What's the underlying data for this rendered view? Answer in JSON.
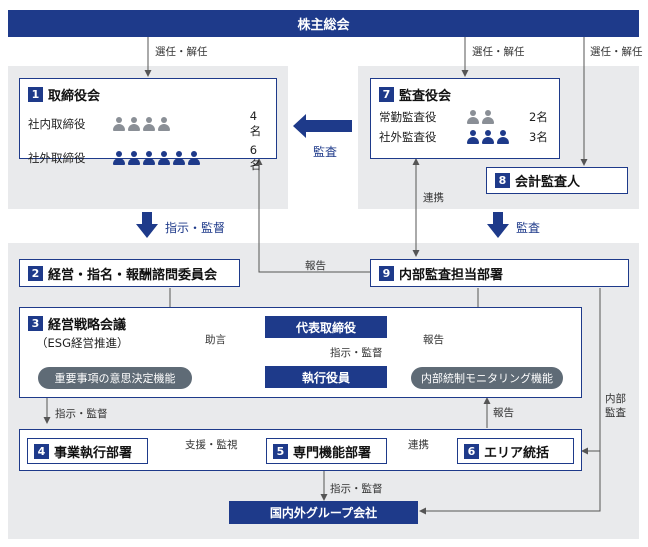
{
  "shareholders": "株主総会",
  "elect_left": "選任・解任",
  "elect_mid": "選任・解任",
  "elect_right": "選任・解任",
  "board": {
    "num": "1",
    "title": "取締役会",
    "rows": [
      {
        "label": "社内取締役",
        "count": "4名",
        "people": 4,
        "tone": "gray"
      },
      {
        "label": "社外取締役",
        "count": "6名",
        "people": 6,
        "tone": "blue"
      }
    ]
  },
  "audit": {
    "num": "7",
    "title": "監査役会",
    "rows": [
      {
        "label": "常勤監査役",
        "count": "2名",
        "people": 2,
        "tone": "gray"
      },
      {
        "label": "社外監査役",
        "count": "3名",
        "people": 3,
        "tone": "blue"
      }
    ]
  },
  "accountant": {
    "num": "8",
    "title": "会計監査人"
  },
  "arrow_audit_left": "監査",
  "arrow_direct": "指示・監督",
  "arrow_audit_down": "監査",
  "cooperation1": "連携",
  "committee": {
    "num": "2",
    "title": "経営・指名・報酬諮問委員会"
  },
  "internal_audit": {
    "num": "9",
    "title": "内部監査担当部署"
  },
  "report1": "報告",
  "strategy": {
    "num": "3",
    "title": "経営戦略会議",
    "sub": "（ESG経営推進）"
  },
  "advice": "助言",
  "report2": "報告",
  "rep_director": "代表取締役",
  "direct2": "指示・監督",
  "officers": "執行役員",
  "pill_left": "重要事項の意思決定機能",
  "pill_right": "内部統制モニタリング機能",
  "direct3": "指示・監督",
  "report3": "報告",
  "internal_audit_side": "内部\n監査",
  "exec_dept": {
    "num": "4",
    "title": "事業執行部署"
  },
  "support": "支援・監視",
  "func_dept": {
    "num": "5",
    "title": "専門機能部署"
  },
  "cooperation2": "連携",
  "area": {
    "num": "6",
    "title": "エリア統括"
  },
  "direct4": "指示・監督",
  "group": "国内外グループ会社"
}
